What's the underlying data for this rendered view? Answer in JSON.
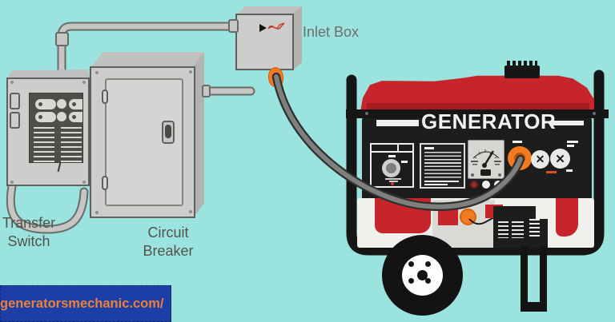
{
  "labels": {
    "transfer_switch": {
      "line1": "Transfer",
      "line2": "Switch"
    },
    "circuit_breaker": {
      "line1": "Circuit",
      "line2": "Breaker"
    },
    "inlet_box": "Inlet Box",
    "generator": "GENERATOR"
  },
  "banner": {
    "text": "generatorsmechanic.com/"
  },
  "icons": {
    "outlet_cross": "✕"
  },
  "colors": {
    "background": "#9ae3de",
    "box_gray": "#cdcdcb",
    "outline_gray": "#5f5f5d",
    "generator_red": "#c8242b",
    "accent_orange": "#f47a20",
    "panel_black": "#1d1d1c",
    "cable_gray": "#7f7f7d",
    "banner_blue": "#1d3ea6",
    "banner_text_orange": "#e8823c",
    "label_text": "#55524e"
  }
}
